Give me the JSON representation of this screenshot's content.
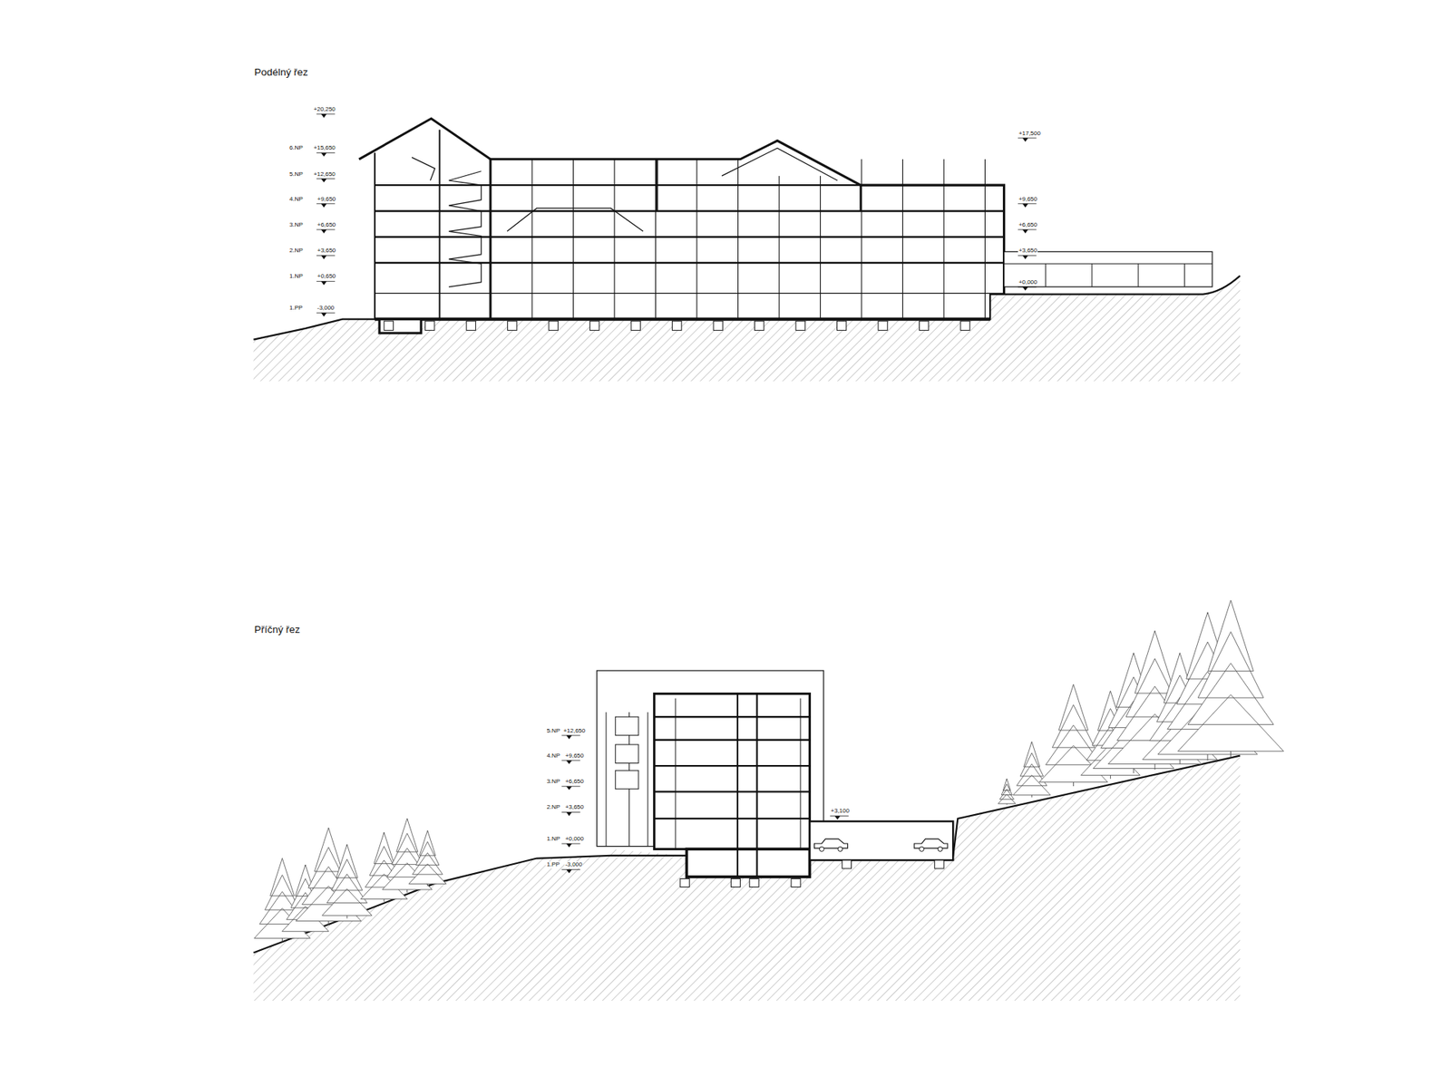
{
  "diagram": {
    "labels": [
      "Podélný řez",
      "+20,250",
      "6.NP",
      "+15,650",
      "5.NP",
      "+12,650",
      "4.NP",
      "+9,650",
      "3.NP",
      "+6,650",
      "2.NP",
      "+3,650",
      "1.NP",
      "+0,650",
      "1.PP",
      "-3,000",
      "+17,500",
      "+9,650",
      "+6,650",
      "+3,650",
      "+0,000",
      "Příčný řez",
      "5.NP",
      "+12,650",
      "4.NP",
      "+9,650",
      "3.NP",
      "+6,650",
      "2.NP",
      "+3,650",
      "1.NP",
      "+0,000",
      "1.PP",
      "-3,000",
      "+3,100"
    ]
  }
}
